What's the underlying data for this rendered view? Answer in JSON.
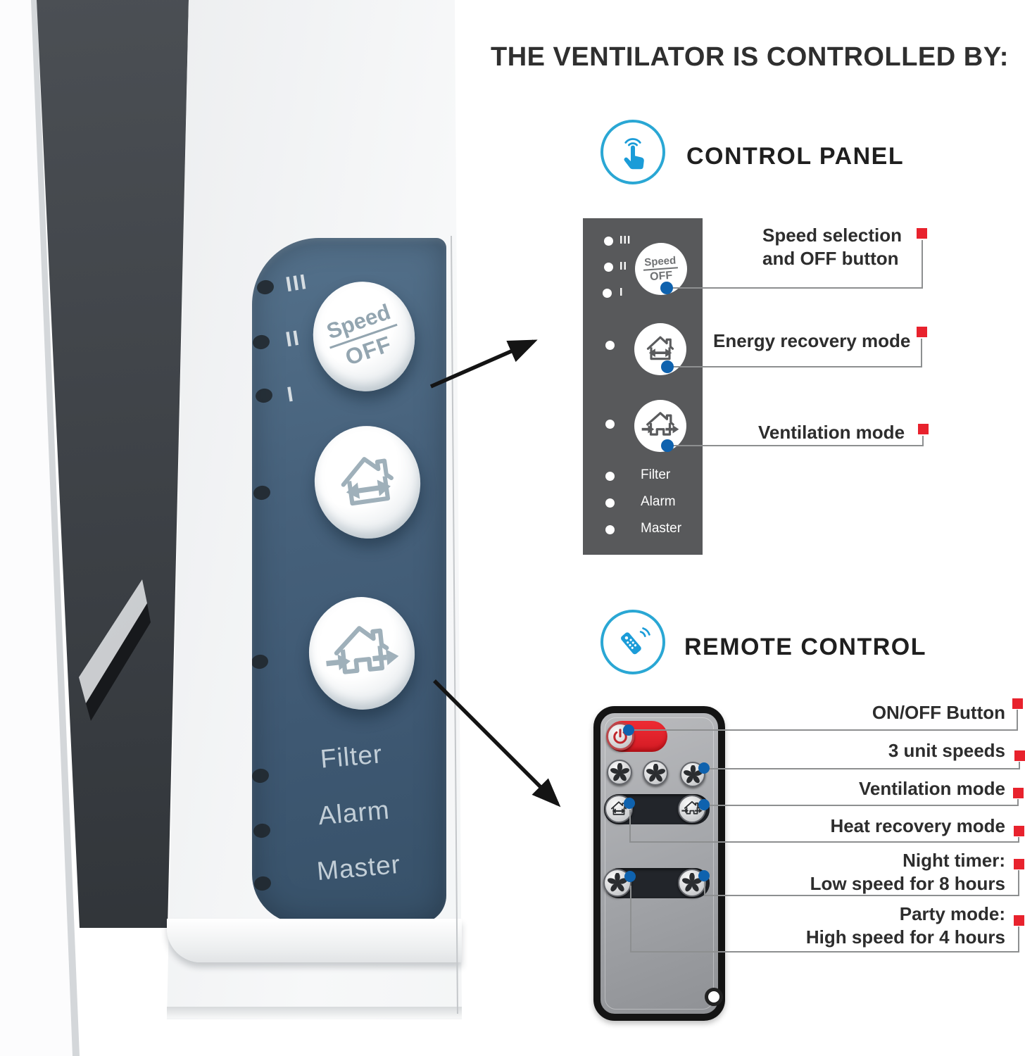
{
  "title": "THE VENTILATOR IS CONTROLLED BY:",
  "photo_panel": {
    "speed_levels": [
      "III",
      "II",
      "I"
    ],
    "speed_button": {
      "top": "Speed",
      "bottom": "OFF"
    },
    "status_labels": [
      "Filter",
      "Alarm",
      "Master"
    ]
  },
  "control_panel": {
    "heading": "CONTROL PANEL",
    "icon": "touch-icon",
    "diagram": {
      "speed_levels": [
        "III",
        "II",
        "I"
      ],
      "speed_button": {
        "top": "Speed",
        "bottom": "OFF"
      },
      "status_labels": [
        "Filter",
        "Alarm",
        "Master"
      ]
    },
    "callouts": [
      {
        "line1": "Speed selection",
        "line2": "and OFF button"
      },
      {
        "line1": "Energy recovery mode"
      },
      {
        "line1": "Ventilation mode"
      }
    ]
  },
  "remote": {
    "heading": "REMOTE CONTROL",
    "icon": "remote-icon",
    "callouts": [
      {
        "line1": "ON/OFF Button"
      },
      {
        "line1": "3 unit speeds"
      },
      {
        "line1": "Ventilation mode"
      },
      {
        "line1": "Heat recovery mode"
      },
      {
        "line1": "Night timer:",
        "line2": "Low speed for 8 hours"
      },
      {
        "line1": "Party mode:",
        "line2": "High speed for 4 hours"
      }
    ]
  },
  "colors": {
    "accent_blue": "#29a7d5",
    "marker_red": "#e8222d",
    "indicator_blue": "#0f62ae",
    "panel_gray": "#58595b",
    "device_panel_slate": "#46617b"
  }
}
